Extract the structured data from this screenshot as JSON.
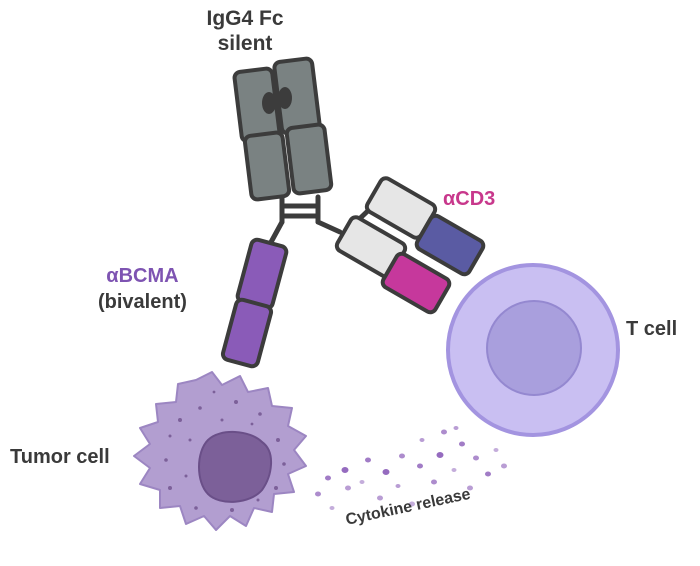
{
  "labels": {
    "fc": [
      "IgG4 Fc",
      "silent"
    ],
    "cd3": "αCD3",
    "bcma": [
      "αBCMA",
      "(bivalent)"
    ],
    "t_cell": "T cell",
    "tumor_cell": "Tumor cell",
    "cytokine": "Cytokine release"
  },
  "colors": {
    "fc_domain": "#7a8282",
    "outline": "#3c3c3c",
    "bcma": "#8a5bb8",
    "cd3_light": "#e6e6e6",
    "cd3_navy": "#5a5ba3",
    "cd3_magenta": "#c6389c",
    "t_cell_outer": "#c9bff2",
    "t_cell_nucleus": "#a99fdd",
    "tumor_cell": "#b29ed0",
    "tumor_nucleus": "#7c6099",
    "cytokine": "#8a5bb8"
  }
}
